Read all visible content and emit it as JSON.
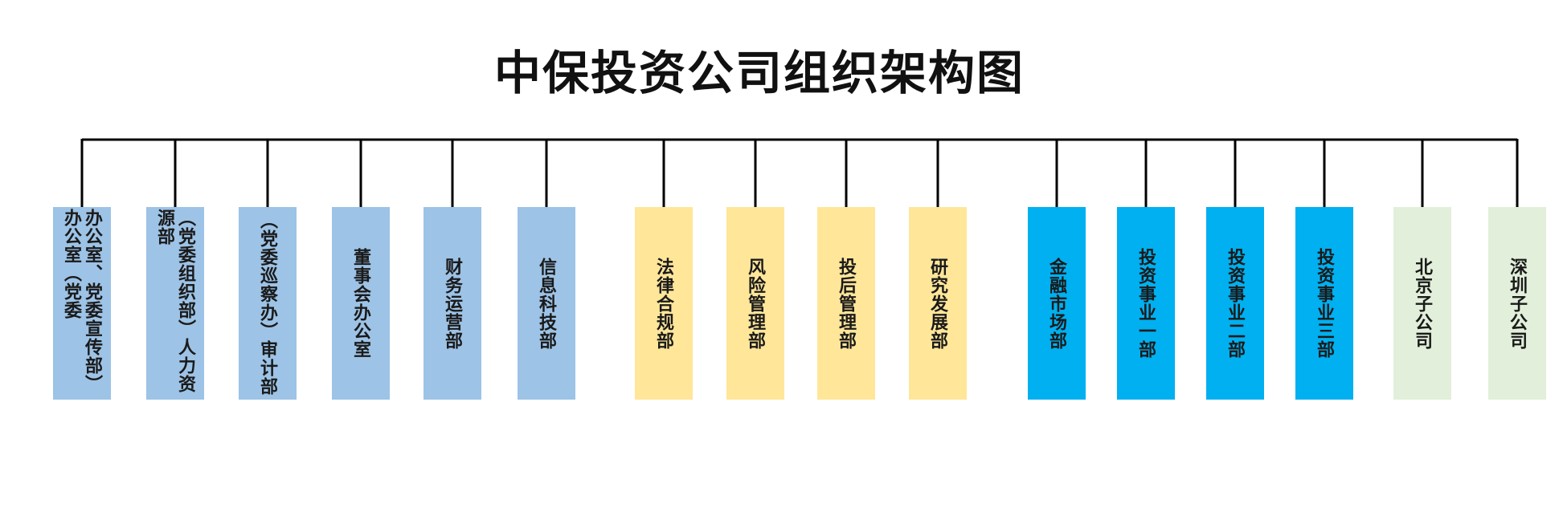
{
  "title": "中保投资公司组织架构图",
  "colors": {
    "line": "#000000",
    "blue_light": "#9dc3e6",
    "yellow": "#ffe699",
    "cyan": "#00b0f0",
    "green_light": "#e2efda"
  },
  "departments": [
    {
      "label": "办公室、党委宣传部）办公室（党委",
      "group": "blue_light"
    },
    {
      "label": "（党委组织部）人力资源部",
      "group": "blue_light"
    },
    {
      "label": "（党委巡察办）审计部",
      "group": "blue_light"
    },
    {
      "label": "董事会办公室",
      "group": "blue_light"
    },
    {
      "label": "财务运营部",
      "group": "blue_light"
    },
    {
      "label": "信息科技部",
      "group": "blue_light"
    },
    {
      "label": "法律合规部",
      "group": "yellow"
    },
    {
      "label": "风险管理部",
      "group": "yellow"
    },
    {
      "label": "投后管理部",
      "group": "yellow"
    },
    {
      "label": "研究发展部",
      "group": "yellow"
    },
    {
      "label": "金融市场部",
      "group": "cyan"
    },
    {
      "label": "投资事业一部",
      "group": "cyan"
    },
    {
      "label": "投资事业二部",
      "group": "cyan"
    },
    {
      "label": "投资事业三部",
      "group": "cyan"
    },
    {
      "label": "北京子公司",
      "group": "green_light"
    },
    {
      "label": "深圳子公司",
      "group": "green_light"
    }
  ]
}
